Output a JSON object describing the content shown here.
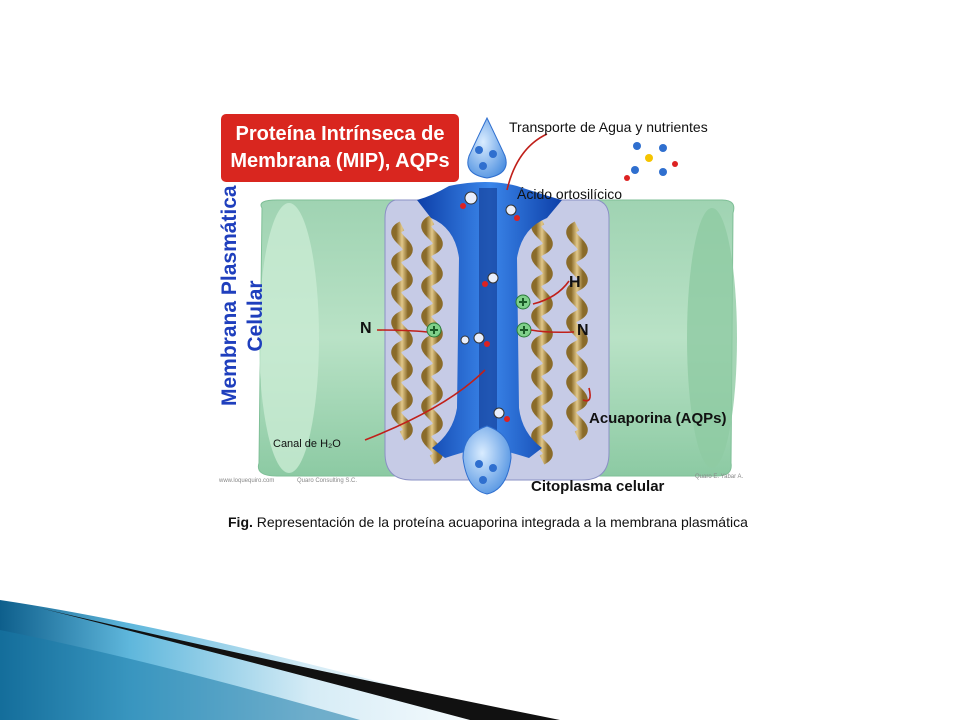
{
  "figure": {
    "title": "Proteína Intrínseca de Membrana (MIP), AQPs",
    "membrane_label_line1": "Membrana Plasmática",
    "membrane_label_line2": "Celular",
    "label_transport": "Transporte de Agua y nutrientes",
    "label_acid": "Ácido ortosilícico",
    "label_h": "H",
    "label_n_left": "N",
    "label_n_right": "N",
    "label_channel": "Canal de H₂O",
    "label_aquaporin": "Acuaporina (AQPs)",
    "label_cytoplasm": "Citoplasma celular",
    "credit_site": "www.loquequiro.com",
    "credit_company": "Quaro Consulting S.C.",
    "credit_author": "Quaro E. Yabar A."
  },
  "caption": {
    "prefix": "Fig.",
    "text": " Representación de la proteína acuaporina integrada a la membrana plasmática"
  },
  "colors": {
    "title_bg": "#d9261f",
    "membrane": "#a8d8b8",
    "channel_blue": "#1e5fd6",
    "helix_gold": "#c8a45c",
    "vertical_label": "#1f3fbd"
  }
}
